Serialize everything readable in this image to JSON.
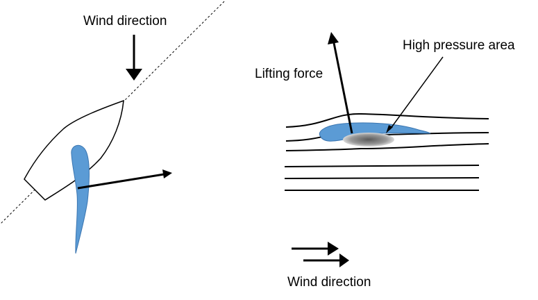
{
  "labels": {
    "wind_top": "Wind direction",
    "wind_bottom": "Wind direction",
    "lifting_force": "Lifting force",
    "high_pressure": "High pressure area"
  },
  "colors": {
    "sail": "#5b9bd5",
    "sail_stroke": "#3a75b0",
    "line": "#000000",
    "pressure_dark": "#666666",
    "pressure_light": "#d9d9d9"
  }
}
